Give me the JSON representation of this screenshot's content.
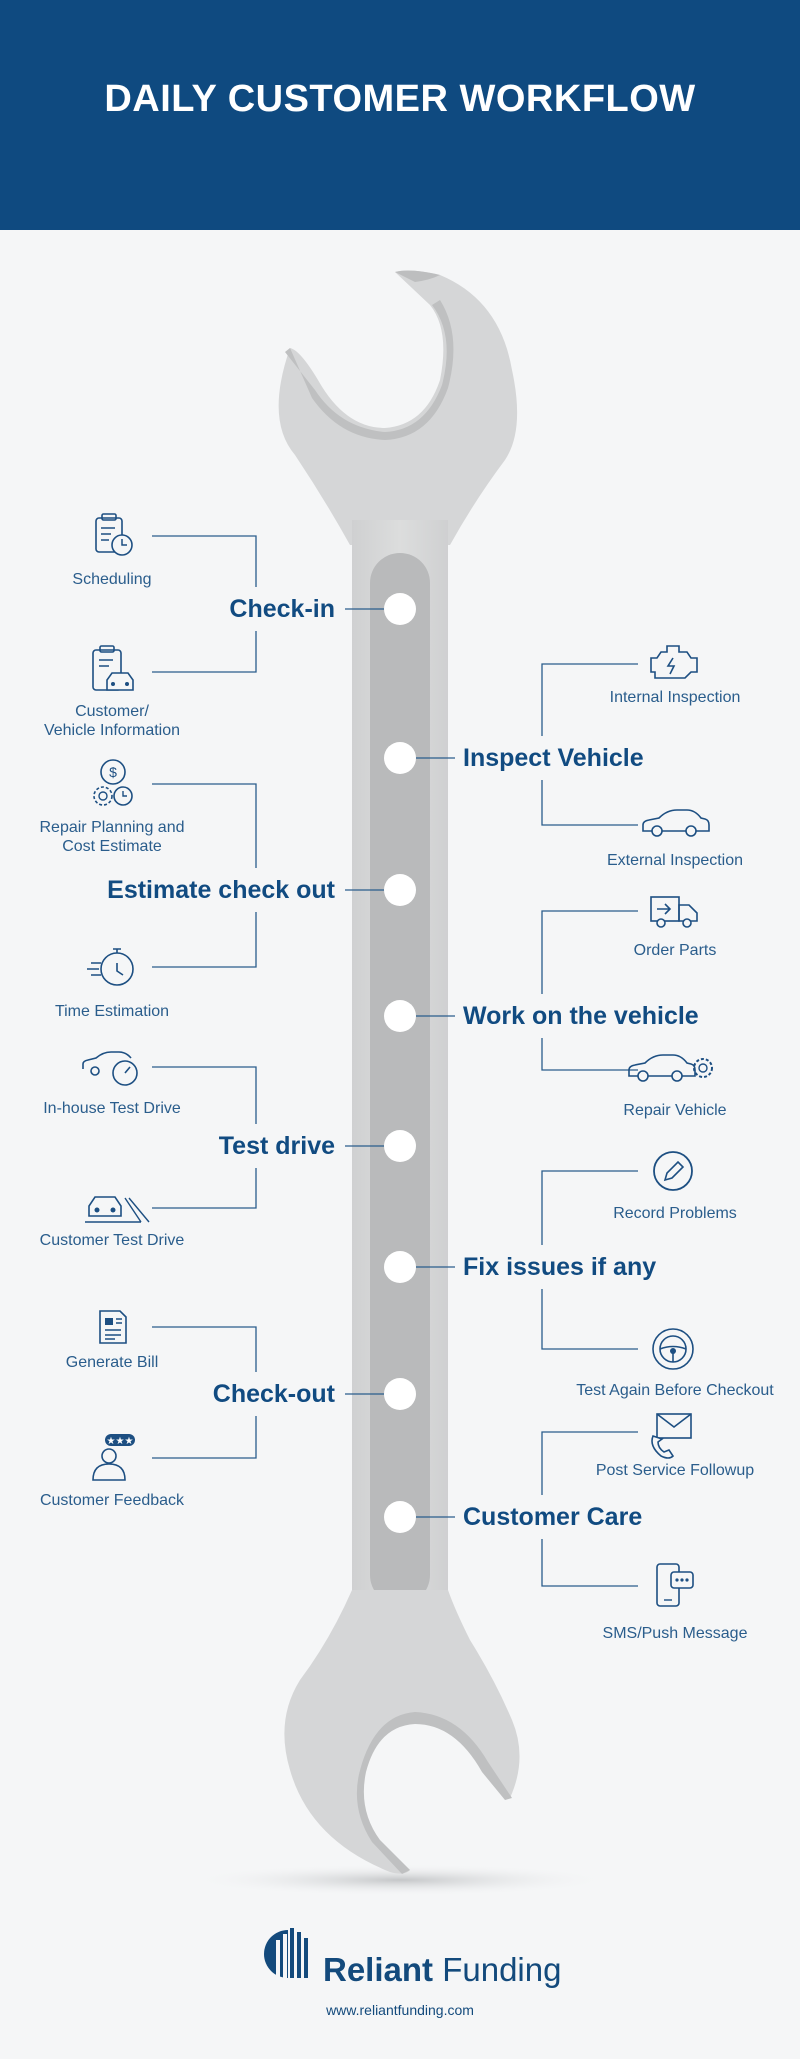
{
  "title": "DAILY CUSTOMER WORKFLOW",
  "colors": {
    "header": "#0f4a80",
    "accent": "#114b81",
    "wrench": "#d7d8d9",
    "background": "#f5f6f7"
  },
  "steps": [
    {
      "label": "Check-in",
      "side": "left",
      "subs": [
        {
          "icon": "calendar-clock-icon",
          "lines": [
            "Scheduling"
          ]
        },
        {
          "icon": "clipboard-car-icon",
          "lines": [
            "Customer/",
            "Vehicle Information"
          ]
        }
      ]
    },
    {
      "label": "Inspect Vehicle",
      "side": "right",
      "subs": [
        {
          "icon": "engine-icon",
          "lines": [
            "Internal Inspection"
          ]
        },
        {
          "icon": "car-icon",
          "lines": [
            "External Inspection"
          ]
        }
      ]
    },
    {
      "label": "Estimate check out",
      "side": "left",
      "subs": [
        {
          "icon": "dollar-gear-icon",
          "lines": [
            "Repair Planning and",
            "Cost Estimate"
          ]
        },
        {
          "icon": "stopwatch-icon",
          "lines": [
            "Time Estimation"
          ]
        }
      ]
    },
    {
      "label": "Work on the vehicle",
      "side": "right",
      "subs": [
        {
          "icon": "delivery-truck-icon",
          "lines": [
            "Order Parts"
          ]
        },
        {
          "icon": "car-gear-icon",
          "lines": [
            "Repair Vehicle"
          ]
        }
      ]
    },
    {
      "label": "Test drive",
      "side": "left",
      "subs": [
        {
          "icon": "car-speedometer-icon",
          "lines": [
            "In-house Test Drive"
          ]
        },
        {
          "icon": "car-road-icon",
          "lines": [
            "Customer Test Drive"
          ]
        }
      ]
    },
    {
      "label": "Fix issues if any",
      "side": "right",
      "subs": [
        {
          "icon": "pencil-circle-icon",
          "lines": [
            "Record Problems"
          ]
        },
        {
          "icon": "steering-wheel-icon",
          "lines": [
            "Test Again Before Checkout"
          ]
        }
      ]
    },
    {
      "label": "Check-out",
      "side": "left",
      "subs": [
        {
          "icon": "bill-icon",
          "lines": [
            "Generate Bill"
          ]
        },
        {
          "icon": "user-rating-icon",
          "lines": [
            "Customer Feedback"
          ]
        }
      ]
    },
    {
      "label": "Customer Care",
      "side": "right",
      "subs": [
        {
          "icon": "envelope-phone-icon",
          "lines": [
            "Post Service Followup"
          ]
        },
        {
          "icon": "mobile-message-icon",
          "lines": [
            "SMS/Push Message"
          ]
        }
      ]
    }
  ],
  "footer": {
    "brand_bold": "Reliant",
    "brand_regular": " Funding",
    "logo_icon": "building-logo-icon",
    "url": "www.reliantfunding.com"
  }
}
